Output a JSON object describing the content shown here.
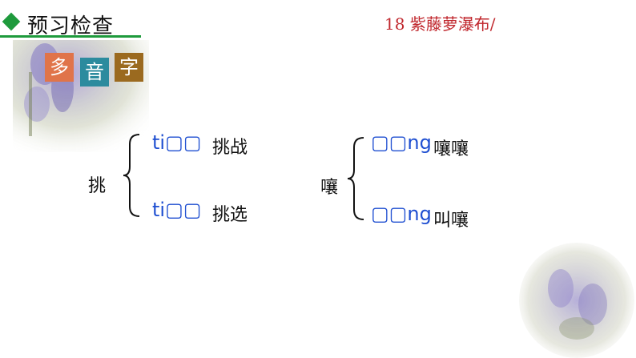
{
  "header": {
    "title": "预习检查",
    "lesson": "18  紫藤萝瀑布/"
  },
  "tags": [
    "多",
    "音",
    "字"
  ],
  "groups": [
    {
      "char": "挑",
      "entries": [
        {
          "pinyin": "ti▢▢",
          "word": "挑战"
        },
        {
          "pinyin": "ti▢▢",
          "word": "挑选"
        }
      ]
    },
    {
      "char": "嚷",
      "entries": [
        {
          "pinyin": "▢▢ng",
          "word": "嚷嚷"
        },
        {
          "pinyin": "▢▢ng",
          "word": "叫嚷"
        }
      ]
    }
  ],
  "colors": {
    "accent": "#1e9a3c",
    "lesson": "#c0272d",
    "pinyin": "#1f4fd1"
  }
}
